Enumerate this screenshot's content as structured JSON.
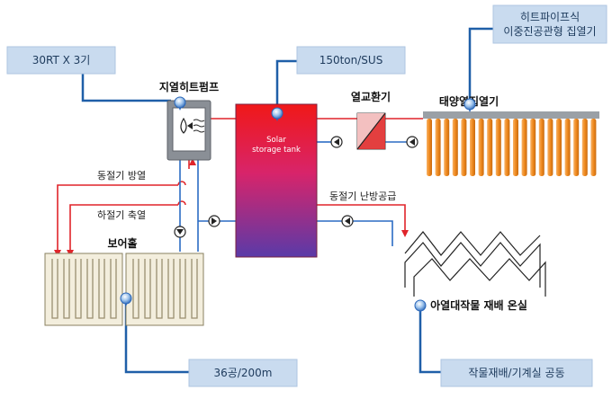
{
  "colors": {
    "label_box": "#c9dbef",
    "leader_line": "#1f5fa8",
    "hot_pipe": "#e0242a",
    "cold_pipe": "#2b6cc4",
    "tank_top": "#f01818",
    "tank_bottom": "#5a3aa8",
    "collector_tube": "#f08a1e",
    "heat_pump_body": "#8a8f96"
  },
  "labels": {
    "heat_pump_capacity": "30RT X 3기",
    "tank_capacity": "150ton/SUS",
    "collector_type_line1": "히트파이프식",
    "collector_type_line2": "이중진공관형 집열기",
    "borehole_spec": "36공/200m",
    "greenhouse_use": "작물재배/기계실 공동"
  },
  "components": {
    "heat_pump": "지열히트펌프",
    "heat_exchanger": "열교환기",
    "solar_collector": "태양열집열기",
    "borehole": "보어홀",
    "greenhouse": "아열대작물 재배 온실",
    "tank_line1": "Solar",
    "tank_line2": "storage tank"
  },
  "flows": {
    "winter_heat_release": "동절기 방열",
    "summer_heat_storage": "하절기 축열",
    "winter_heating_supply": "동절기 난방공급"
  },
  "icons": {
    "pump": "pump-icon",
    "valve": "valve-icon",
    "sensor": "sensor-pin-icon"
  }
}
